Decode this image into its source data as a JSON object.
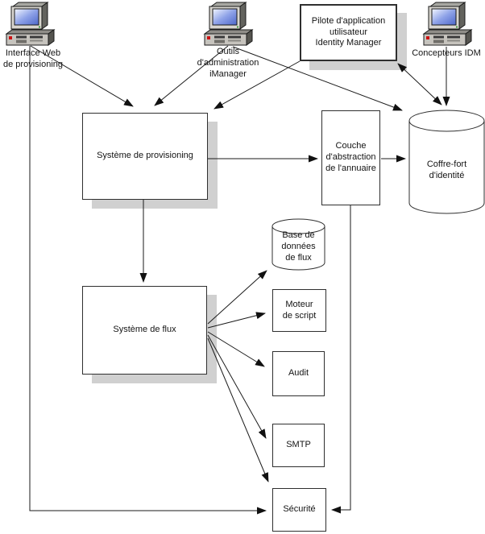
{
  "diagram": {
    "nodes": {
      "interface_web": {
        "label": "Interface Web\nde provisioning",
        "kind": "computer"
      },
      "outils_admin": {
        "label": "Outils\nd'administration\niManager",
        "kind": "computer"
      },
      "pilote_app": {
        "label": "Pilote d'application\nutilisateur\nIdentity Manager",
        "kind": "box"
      },
      "concepteurs": {
        "label": "Concepteurs IDM",
        "kind": "computer"
      },
      "provisioning": {
        "label": "Système de provisioning",
        "kind": "box"
      },
      "couche": {
        "label": "Couche\nd'abstraction\nde l'annuaire",
        "kind": "box"
      },
      "coffre": {
        "label": "Coffre-fort\nd'identité",
        "kind": "cylinder"
      },
      "flux": {
        "label": "Système de flux",
        "kind": "box"
      },
      "base_flux": {
        "label": "Base de\ndonnées\nde flux",
        "kind": "cylinder"
      },
      "moteur": {
        "label": "Moteur\nde script",
        "kind": "box"
      },
      "audit": {
        "label": "Audit",
        "kind": "box"
      },
      "smtp": {
        "label": "SMTP",
        "kind": "box"
      },
      "securite": {
        "label": "Sécurité",
        "kind": "box"
      }
    },
    "edges": [
      {
        "from": "interface_web",
        "to": "provisioning"
      },
      {
        "from": "interface_web",
        "to": "securite"
      },
      {
        "from": "outils_admin",
        "to": "provisioning"
      },
      {
        "from": "outils_admin",
        "to": "coffre"
      },
      {
        "from": "pilote_app",
        "to": "provisioning"
      },
      {
        "from": "pilote_app",
        "to": "coffre",
        "bidirectional": true
      },
      {
        "from": "concepteurs",
        "to": "coffre"
      },
      {
        "from": "provisioning",
        "to": "couche"
      },
      {
        "from": "couche",
        "to": "coffre"
      },
      {
        "from": "couche",
        "to": "securite"
      },
      {
        "from": "provisioning",
        "to": "flux"
      },
      {
        "from": "flux",
        "to": "base_flux"
      },
      {
        "from": "flux",
        "to": "moteur"
      },
      {
        "from": "flux",
        "to": "audit"
      },
      {
        "from": "flux",
        "to": "smtp"
      },
      {
        "from": "flux",
        "to": "securite"
      }
    ],
    "colors": {
      "line": "#1a1a1a",
      "box_border": "#2f2f2f",
      "box_fill": "#ffffff",
      "shadow": "#d0d0d0",
      "screen_top": "#f4f7ff",
      "screen_bottom": "#4d66c9"
    }
  }
}
